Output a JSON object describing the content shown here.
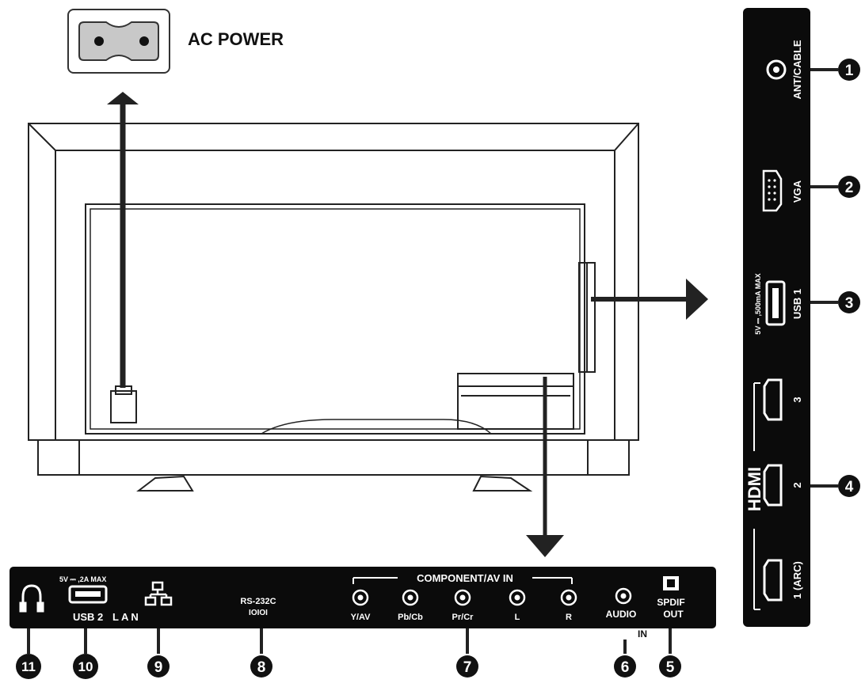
{
  "ac_power": {
    "label": "AC POWER"
  },
  "side_panel": {
    "ant_cable": "ANT/CABLE",
    "vga": "VGA",
    "usb1_rating": "5V ⎓ ,500mA MAX",
    "usb1": "USB 1",
    "hdmi": "HDMI",
    "hdmi3": "3",
    "hdmi2": "2",
    "hdmi1": "1 (ARC)"
  },
  "bottom_panel": {
    "usb2_rating": "5V ⎓ ,2A MAX",
    "usb2": "USB 2",
    "lan": "LAN",
    "rs232_line1": "RS-232C",
    "rs232_line2": "IOIOI",
    "component_header": "COMPONENT/AV IN",
    "y_av": "Y/AV",
    "pb_cb": "Pb/Cb",
    "pr_cr": "Pr/Cr",
    "l": "L",
    "r": "R",
    "audio": "AUDIO",
    "audio_in": "IN",
    "spdif": "SPDIF",
    "spdif_out": "OUT"
  },
  "callouts": {
    "n1": "1",
    "n2": "2",
    "n3": "3",
    "n4": "4",
    "n5": "5",
    "n6": "6",
    "n7": "7",
    "n8": "8",
    "n9": "9",
    "n10": "10",
    "n11": "11"
  },
  "colors": {
    "panel": "#0b0b0b",
    "outline": "#222222"
  }
}
